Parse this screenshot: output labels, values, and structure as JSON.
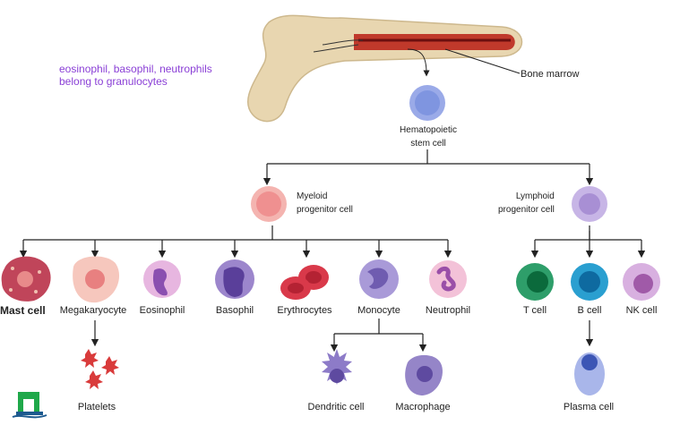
{
  "note": {
    "line1": "eosinophil, basophil, neutrophils",
    "line2": "belong to granulocytes"
  },
  "bone_marrow_label": "Bone marrow",
  "stem_cell": {
    "line1": "Hematopoietic",
    "line2": "stem cell"
  },
  "myeloid": {
    "line1": "Myeloid",
    "line2": "progenitor cell"
  },
  "lymphoid": {
    "line1": "Lymphoid",
    "line2": "progenitor cell"
  },
  "myeloid_cells": {
    "mast": "Mast cell",
    "megakaryocyte": "Megakaryocyte",
    "eosinophil": "Eosinophil",
    "basophil": "Basophil",
    "erythrocytes": "Erythrocytes",
    "monocyte": "Monocyte",
    "neutrophil": "Neutrophil"
  },
  "lymphoid_cells": {
    "t_cell": "T cell",
    "b_cell": "B cell",
    "nk_cell": "NK cell"
  },
  "derived": {
    "platelets": "Platelets",
    "dendritic": "Dendritic cell",
    "macrophage": "Macrophage",
    "plasma": "Plasma cell"
  },
  "colors": {
    "note_text": "#8a3fd6",
    "bone": "#e8d6b0",
    "marrow": "#c0392b",
    "stem": "#7f95e0",
    "myeloid": "#f2a0a0",
    "lymphoid": "#b9a3de",
    "t_cell": "#2e9e6a",
    "b_cell": "#2a9fd0",
    "nk_cell": "#cc9bd8"
  }
}
